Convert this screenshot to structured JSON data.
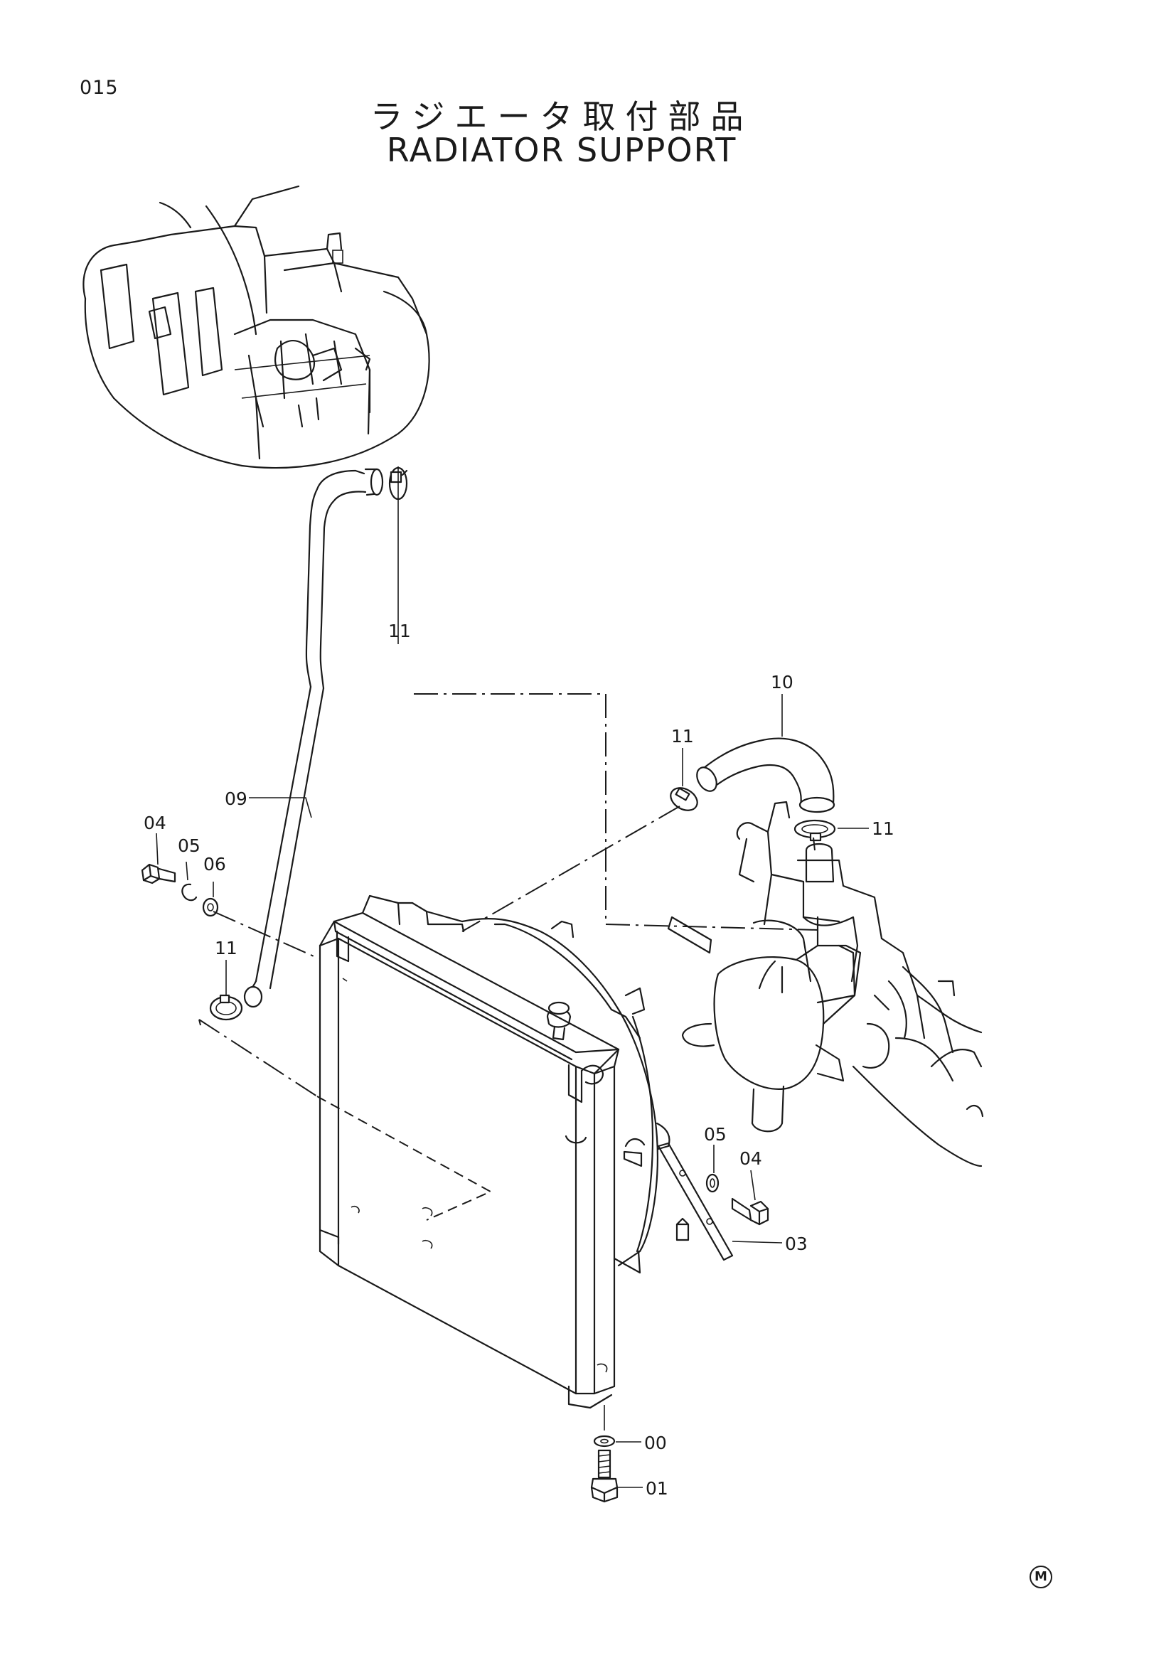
{
  "page": {
    "number": "015",
    "title_jp": "ラジエータ取付部品",
    "title_en": "RADIATOR SUPPORT",
    "footer_mark": "M"
  },
  "callouts": [
    {
      "id": "c-11-top",
      "label": "11"
    },
    {
      "id": "c-10",
      "label": "10"
    },
    {
      "id": "c-11-right-clamp",
      "label": "11"
    },
    {
      "id": "c-11-engine",
      "label": "11"
    },
    {
      "id": "c-09",
      "label": "09"
    },
    {
      "id": "c-04-left",
      "label": "04"
    },
    {
      "id": "c-05-left",
      "label": "05"
    },
    {
      "id": "c-06",
      "label": "06"
    },
    {
      "id": "c-11-left",
      "label": "11"
    },
    {
      "id": "c-05-right",
      "label": "05"
    },
    {
      "id": "c-04-right",
      "label": "04"
    },
    {
      "id": "c-03",
      "label": "03"
    },
    {
      "id": "c-00",
      "label": "00"
    },
    {
      "id": "c-01",
      "label": "01"
    }
  ]
}
